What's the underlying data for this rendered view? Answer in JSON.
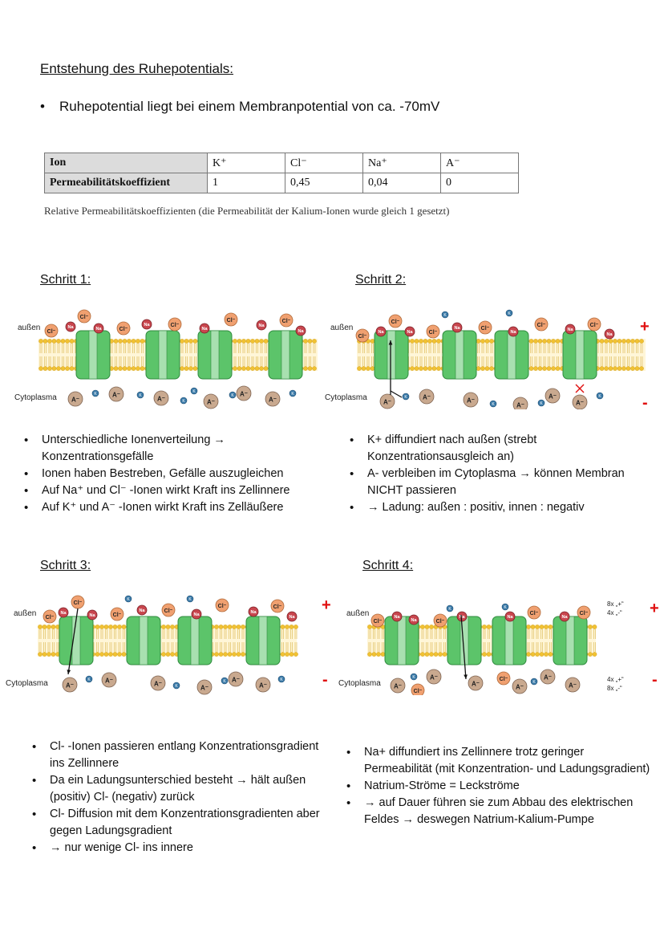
{
  "title": "Entstehung des Ruhepotentials:",
  "intro_bullet": "Ruhepotential liegt bei einem Membranpotential von ca. -70mV",
  "table": {
    "row1": [
      "Ion",
      "K⁺",
      "Cl⁻",
      "Na⁺",
      "A⁻"
    ],
    "row2": [
      "Permeabilitätskoeffizient",
      "1",
      "0,45",
      "0,04",
      "0"
    ]
  },
  "table_caption": "Relative Permeabilitätskoeffizienten  (die Permeabilität der Kalium-Ionen wurde gleich 1 gesetzt)",
  "labels": {
    "outside": "außen",
    "inside": "Cytoplasma",
    "plus": "+",
    "minus": "-"
  },
  "ion_labels": {
    "cl": "Cl⁻",
    "na": "Na",
    "k": "K",
    "a": "A⁻"
  },
  "step4_counts": {
    "out_plus": "8x „+“",
    "out_minus": "4x „-“",
    "in_plus": "4x „+“",
    "in_minus": "8x „-“"
  },
  "steps": [
    {
      "title": "Schritt 1:",
      "notes": [
        "Unterschiedliche Ionenverteilung → Konzentrationsgefälle",
        "Ionen haben Bestreben, Gefälle auszugleichen",
        "Auf Na⁺ und Cl⁻ -Ionen wirkt Kraft ins Zellinnere",
        "Auf K⁺ und A⁻ -Ionen wirkt Kraft ins Zelläußere"
      ]
    },
    {
      "title": "Schritt 2:",
      "notes": [
        "K+ diffundiert nach außen (strebt Konzentrationsausgleich an)",
        "A- verbleiben im Cytoplasma → können Membran NICHT passieren",
        "→ Ladung:   außen : positiv,   innen : negativ"
      ]
    },
    {
      "title": "Schritt 3:",
      "notes": [
        "Cl- -Ionen passieren entlang Konzentrationsgradient ins Zellinnere",
        "Da ein Ladungsunterschied besteht → hält außen (positiv) Cl- (negativ) zurück",
        "Cl- Diffusion mit dem Konzentrationsgradienten aber gegen Ladungsgradient",
        "→ nur wenige Cl- ins innere"
      ]
    },
    {
      "title": "Schritt 4:",
      "notes": [
        "Na+ diffundiert ins Zellinnere trotz geringer Permeabilität (mit Konzentration- und Ladungsgradient)",
        "Natrium-Ströme = Leckströme",
        "→ auf Dauer führen sie zum Abbau des elektrischen Feldes → deswegen Natrium-Kalium-Pumpe"
      ]
    }
  ],
  "colors": {
    "sign_red": "#e01010",
    "channel_green": "#5cc46a",
    "cl_orange": "#f0a070",
    "na_red": "#c8464e",
    "k_blue": "#3a7aa8",
    "a_beige": "#c9a98f"
  }
}
